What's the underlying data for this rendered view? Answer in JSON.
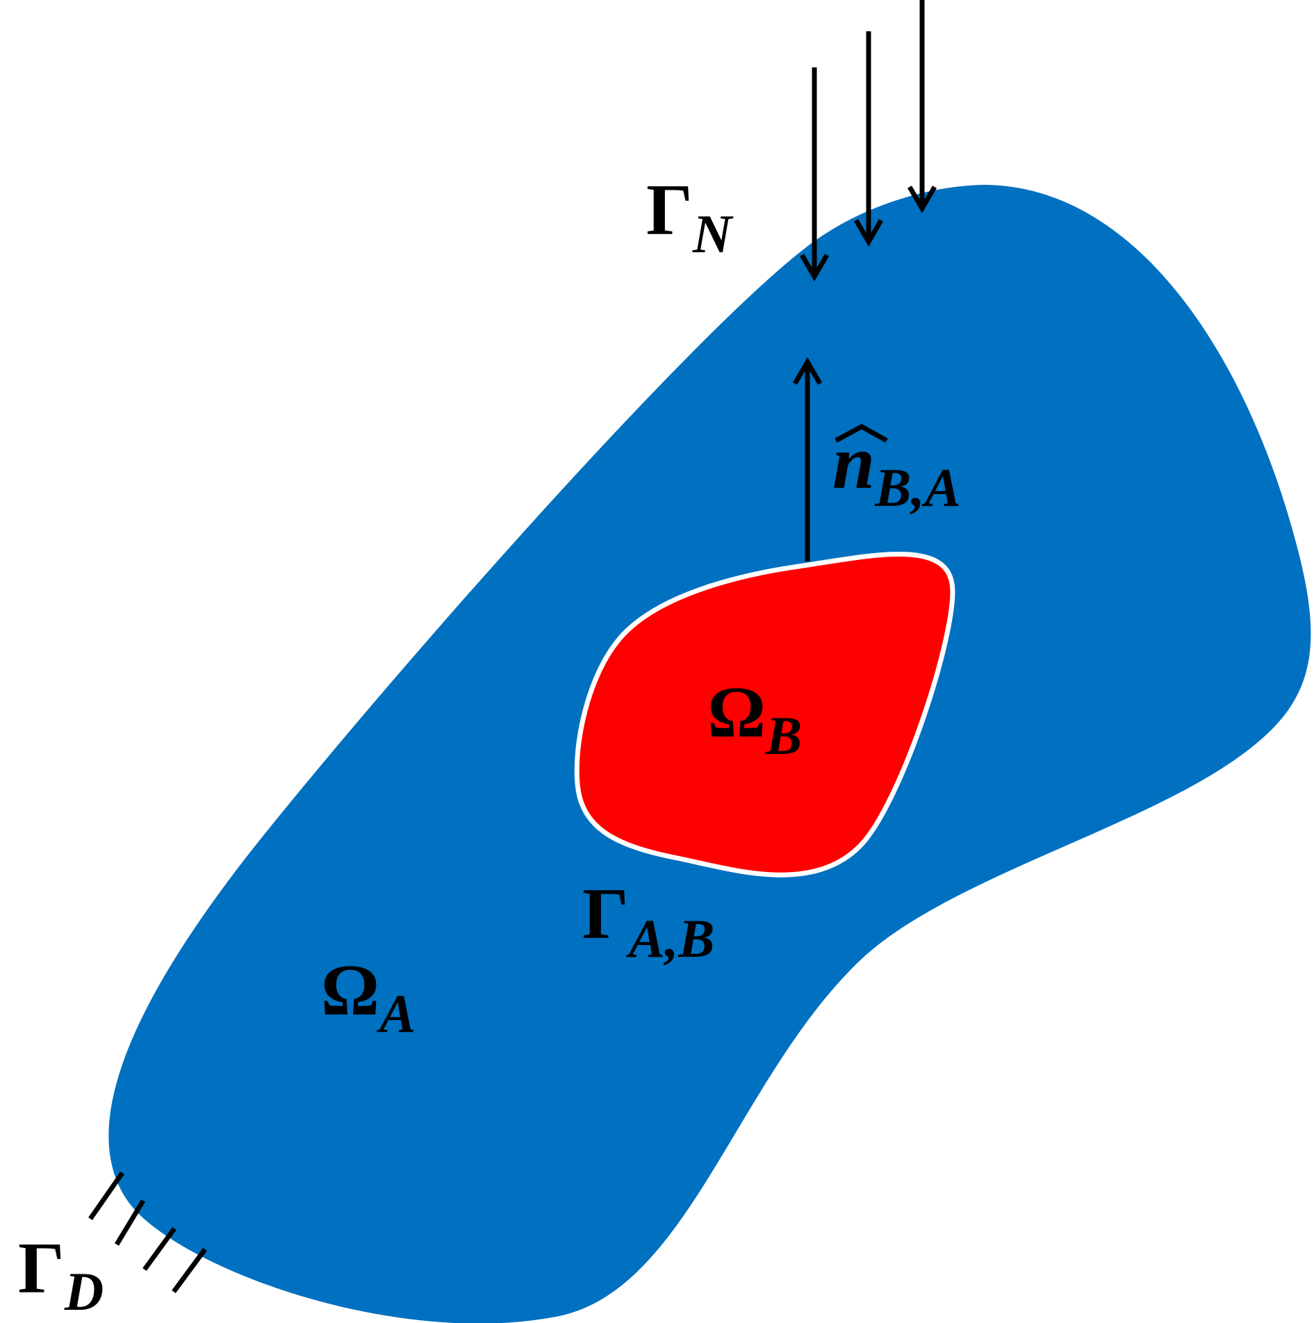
{
  "colors": {
    "domain_a": "#0070C0",
    "domain_b": "#FF0000",
    "interface_outline": "#FFFFFF",
    "ink": "#000000"
  },
  "labels": {
    "gamma_n": {
      "symbol": "Γ",
      "subscript": "N"
    },
    "gamma_d": {
      "symbol": "Γ",
      "subscript": "D"
    },
    "omega_a": {
      "symbol": "Ω",
      "subscript": "A"
    },
    "omega_b": {
      "symbol": "Ω",
      "subscript": "B"
    },
    "gamma_ab": {
      "symbol": "Γ",
      "subscript": "A,B"
    },
    "normal_ba": {
      "symbol": "n",
      "subscript": "B,A"
    }
  }
}
